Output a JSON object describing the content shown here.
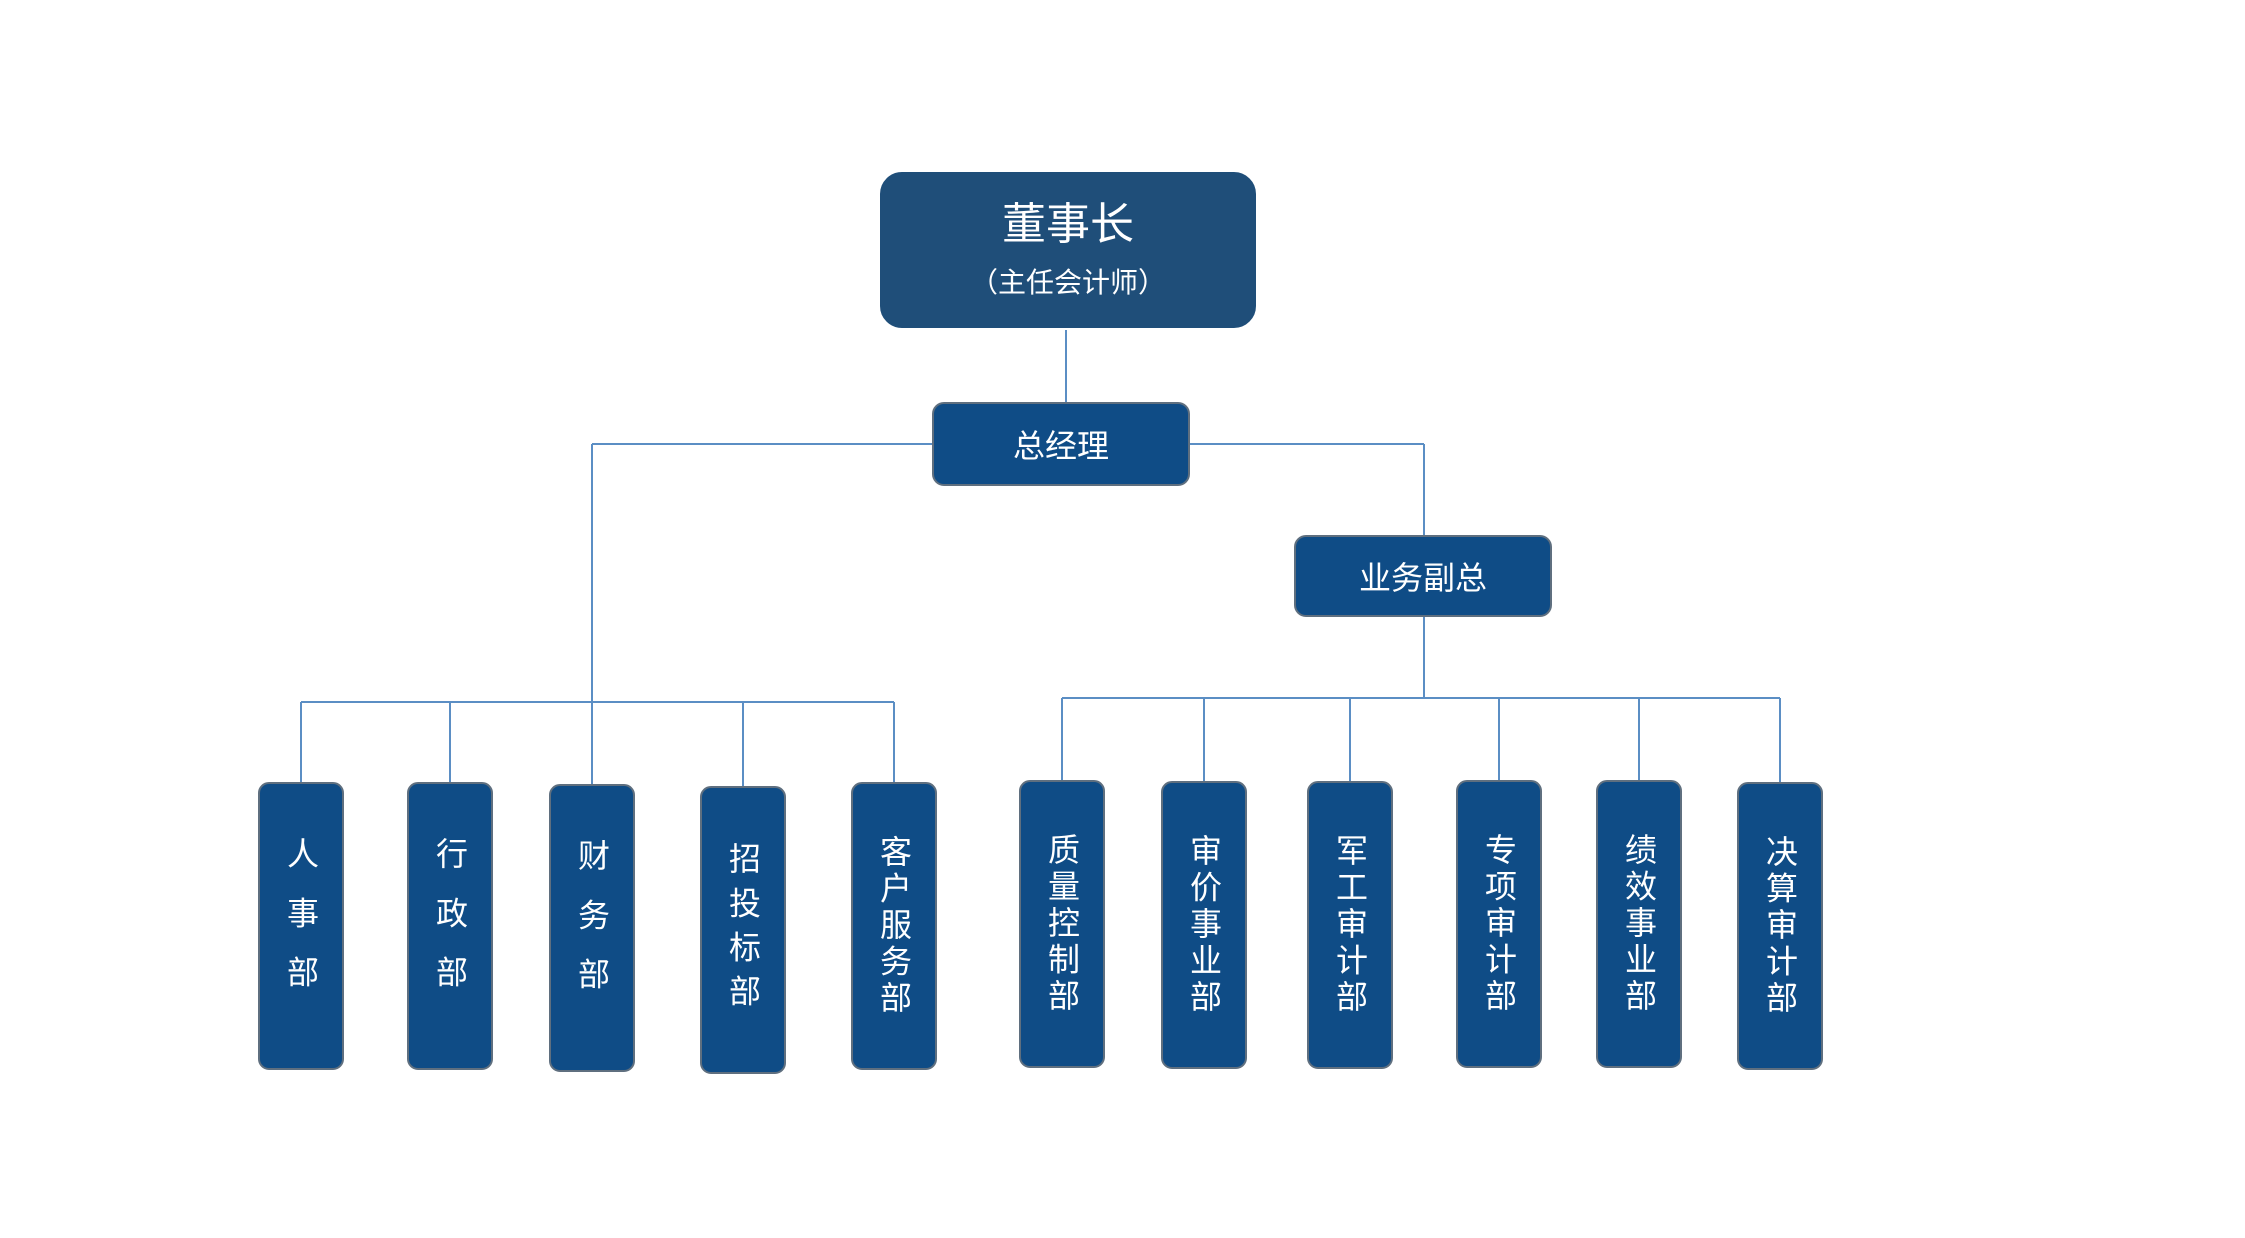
{
  "colors": {
    "box": "#0f4c86",
    "top_box": "#1f4e79",
    "border": "#5f6f7f",
    "line": "#5b8ec4",
    "text": "#ffffff"
  },
  "chairman": {
    "title": "董事长",
    "subtitle": "（主任会计师）"
  },
  "general_manager": {
    "label": "总经理"
  },
  "business_vp": {
    "label": "业务副总"
  },
  "left_departments": [
    {
      "label": "人事部"
    },
    {
      "label": "行政部"
    },
    {
      "label": "财务部"
    },
    {
      "label": "招投标部"
    },
    {
      "label": "客户服务部"
    }
  ],
  "right_departments": [
    {
      "label": "质量控制部"
    },
    {
      "label": "审价事业部"
    },
    {
      "label": "军工审计部"
    },
    {
      "label": "专项审计部"
    },
    {
      "label": "绩效事业部"
    },
    {
      "label": "决算审计部"
    }
  ]
}
